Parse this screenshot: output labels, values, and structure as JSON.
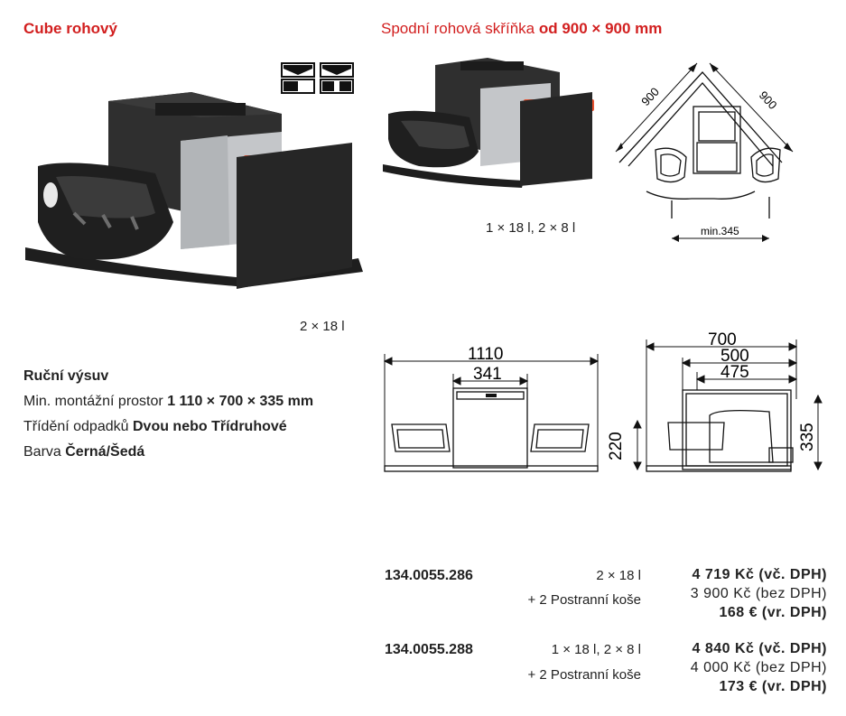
{
  "left": {
    "title": "Cube rohový",
    "capacity": "2 × 18 l",
    "specs": {
      "heading": "Ruční výsuv",
      "space_label": "Min. montážní prostor",
      "space_value": "1 110 × 700 × 335 mm",
      "sort_label": "Třídění odpadků",
      "sort_value": "Dvou nebo Třídruhové",
      "color_label": "Barva",
      "color_value": "Černá/Šedá"
    }
  },
  "right": {
    "subtitle_prefix": "Spodní rohová skříňka",
    "subtitle_bold": "od 900 × 900 mm",
    "capacity": "1 × 18 l, 2 × 8 l"
  },
  "diagrams": {
    "corner": {
      "side_a": "900",
      "side_b": "900",
      "min": "min.345"
    },
    "front": {
      "width_total": "1110",
      "width_inner": "341"
    },
    "side": {
      "d1": "700",
      "d2": "500",
      "d3": "475",
      "h1": "220",
      "h2": "335"
    }
  },
  "products": [
    {
      "code": "134.0055.286",
      "capacity": "2 × 18 l",
      "extra": "+ 2 Postranní koše",
      "price_vat": "4 719 Kč (vč. DPH)",
      "price_novat": "3 900 Kč (bez DPH)",
      "price_eur": "168 € (vr. DPH)"
    },
    {
      "code": "134.0055.288",
      "capacity": "1 × 18 l, 2 × 8 l",
      "extra": "+ 2 Postranní koše",
      "price_vat": "4 840 Kč (vč. DPH)",
      "price_novat": "4 000 Kč (bez DPH)",
      "price_eur": "173 € (vr. DPH)"
    }
  ],
  "colors": {
    "accent_red": "#d21f1f",
    "handle_orange": "#e8512f",
    "unit_dark": "#2b2b2b",
    "bin_grey": "#b9bcc0"
  }
}
